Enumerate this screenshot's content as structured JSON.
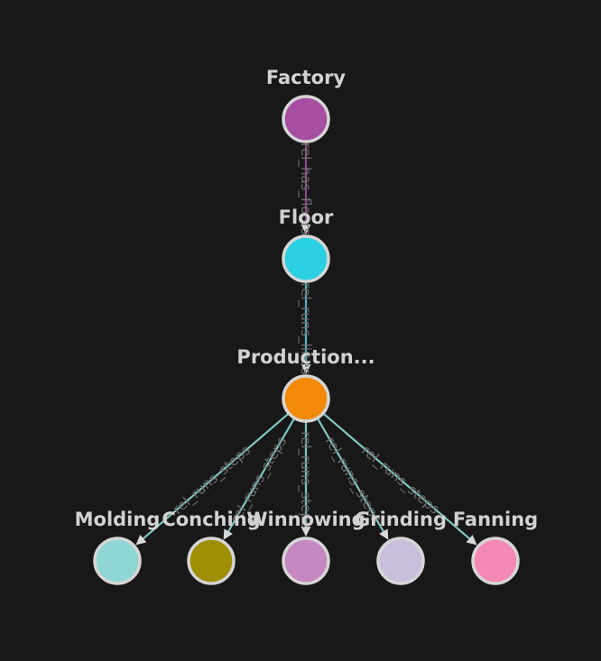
{
  "graph": {
    "nodes": [
      {
        "id": "factory",
        "label": "Factory",
        "color": "#a64ea2"
      },
      {
        "id": "floor",
        "label": "Floor",
        "color": "#2bd0e0"
      },
      {
        "id": "production",
        "label": "Production...",
        "color": "#f28a08"
      },
      {
        "id": "molding",
        "label": "Molding",
        "color": "#8fd6d4"
      },
      {
        "id": "conching",
        "label": "Conching",
        "color": "#9f8f06"
      },
      {
        "id": "winnowing",
        "label": "Winnowing",
        "color": "#c587c0"
      },
      {
        "id": "grinding",
        "label": "Grinding",
        "color": "#c9bedc"
      },
      {
        "id": "fanning",
        "label": "Fanning",
        "color": "#f489b8"
      }
    ],
    "edges": [
      {
        "id": "e-factory-floor",
        "from": "factory",
        "to": "floor",
        "label": "rel_has_floors",
        "color": "#8e4a8a"
      },
      {
        "id": "e-floor-production",
        "from": "floor",
        "to": "production",
        "label": "rel_runs_lines",
        "color": "#4fb6c0"
      },
      {
        "id": "e-production-molding",
        "from": "production",
        "to": "molding",
        "label": "rel_runs_steps",
        "color": "#7fc6c4"
      },
      {
        "id": "e-production-conching",
        "from": "production",
        "to": "conching",
        "label": "rel_runs_steps",
        "color": "#7fc6c4"
      },
      {
        "id": "e-production-winnowing",
        "from": "production",
        "to": "winnowing",
        "label": "rel_runs_steps",
        "color": "#7fc6c4"
      },
      {
        "id": "e-production-grinding",
        "from": "production",
        "to": "grinding",
        "label": "rel_runs_steps",
        "color": "#7fc6c4"
      },
      {
        "id": "e-production-fanning",
        "from": "production",
        "to": "fanning",
        "label": "rel_runs_steps",
        "color": "#7fc6c4"
      }
    ]
  }
}
